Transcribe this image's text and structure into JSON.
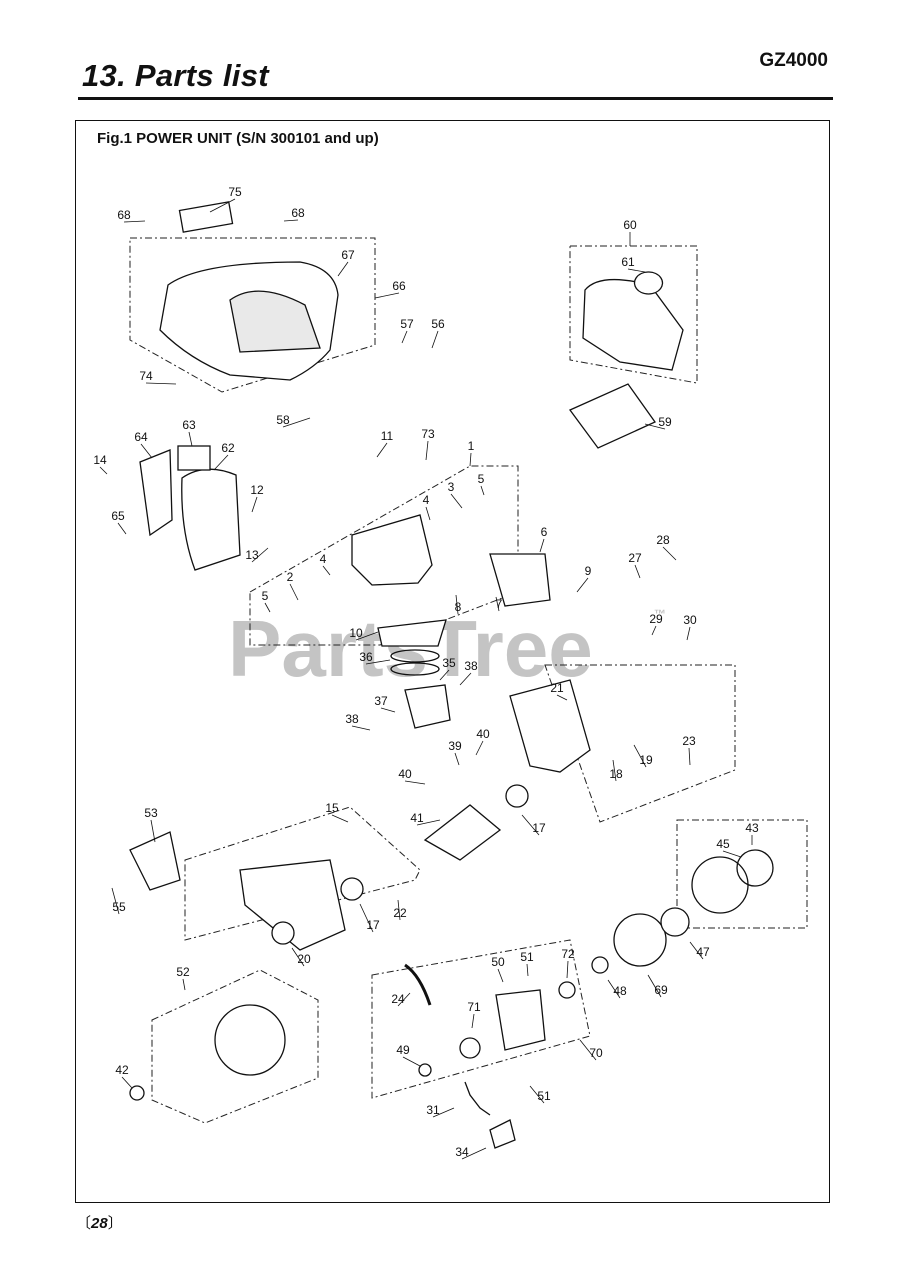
{
  "header": {
    "model": "GZ4000",
    "title": "13. Parts list"
  },
  "figure": {
    "caption": "Fig.1 POWER UNIT (S/N 300101 and up)"
  },
  "watermark": {
    "text": "PartsTree",
    "mark": "™"
  },
  "footer": {
    "page_open": "〔",
    "page": "28",
    "page_close": "〕"
  },
  "parts": [
    {
      "n": "75"
    },
    {
      "n": "68"
    },
    {
      "n": "68"
    },
    {
      "n": "67"
    },
    {
      "n": "66"
    },
    {
      "n": "74"
    },
    {
      "n": "57"
    },
    {
      "n": "56"
    },
    {
      "n": "58"
    },
    {
      "n": "60"
    },
    {
      "n": "61"
    },
    {
      "n": "59"
    },
    {
      "n": "64"
    },
    {
      "n": "63"
    },
    {
      "n": "62"
    },
    {
      "n": "14"
    },
    {
      "n": "65"
    },
    {
      "n": "12"
    },
    {
      "n": "13"
    },
    {
      "n": "11"
    },
    {
      "n": "73"
    },
    {
      "n": "1"
    },
    {
      "n": "3"
    },
    {
      "n": "5"
    },
    {
      "n": "4"
    },
    {
      "n": "6"
    },
    {
      "n": "2"
    },
    {
      "n": "4"
    },
    {
      "n": "5"
    },
    {
      "n": "7"
    },
    {
      "n": "8"
    },
    {
      "n": "9"
    },
    {
      "n": "28"
    },
    {
      "n": "27"
    },
    {
      "n": "29"
    },
    {
      "n": "30"
    },
    {
      "n": "10"
    },
    {
      "n": "36"
    },
    {
      "n": "35"
    },
    {
      "n": "38"
    },
    {
      "n": "37"
    },
    {
      "n": "38"
    },
    {
      "n": "21"
    },
    {
      "n": "40"
    },
    {
      "n": "39"
    },
    {
      "n": "40"
    },
    {
      "n": "18"
    },
    {
      "n": "19"
    },
    {
      "n": "23"
    },
    {
      "n": "41"
    },
    {
      "n": "17"
    },
    {
      "n": "15"
    },
    {
      "n": "53"
    },
    {
      "n": "55"
    },
    {
      "n": "22"
    },
    {
      "n": "17"
    },
    {
      "n": "20"
    },
    {
      "n": "43"
    },
    {
      "n": "45"
    },
    {
      "n": "47"
    },
    {
      "n": "72"
    },
    {
      "n": "51"
    },
    {
      "n": "50"
    },
    {
      "n": "24"
    },
    {
      "n": "48"
    },
    {
      "n": "69"
    },
    {
      "n": "52"
    },
    {
      "n": "71"
    },
    {
      "n": "70"
    },
    {
      "n": "49"
    },
    {
      "n": "42"
    },
    {
      "n": "51"
    },
    {
      "n": "31"
    },
    {
      "n": "34"
    }
  ]
}
